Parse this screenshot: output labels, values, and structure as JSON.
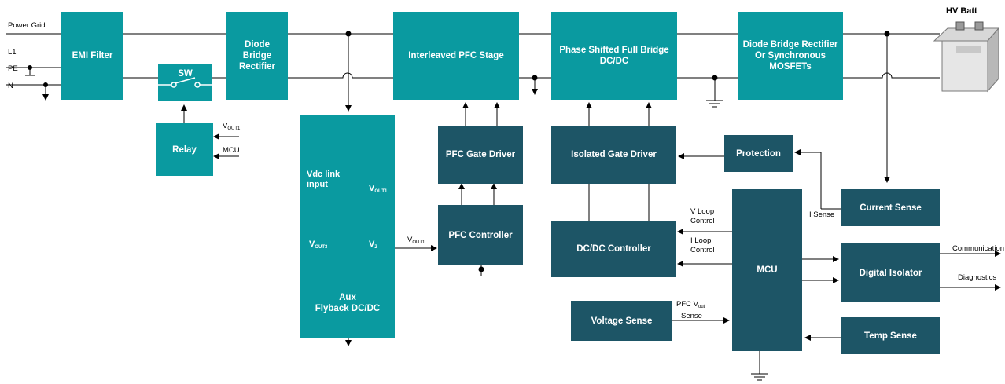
{
  "inputs": {
    "power_grid": "Power Grid",
    "l1": "L1",
    "pe": "PE",
    "n": "N"
  },
  "battery": {
    "label": "HV Batt"
  },
  "blocks": {
    "emi_filter": "EMI Filter",
    "sw": "SW",
    "relay": "Relay",
    "diode_bridge": "Diode Bridge\nRectifier",
    "aux_flyback": "Aux\nFlyback DC/DC",
    "pfc_stage": "Interleaved PFC Stage",
    "pfc_gate_driver": "PFC Gate Driver",
    "pfc_controller": "PFC Controller",
    "full_bridge": "Phase Shifted Full Bridge\nDC/DC",
    "isolated_gate_driver": "Isolated Gate Driver",
    "dcdc_controller": "DC/DC Controller",
    "output_rectifier": "Diode Bridge Rectifier\nOr Synchronous\nMOSFETs",
    "protection": "Protection",
    "current_sense": "Current Sense",
    "mcu": "MCU",
    "digital_isolator": "Digital Isolator",
    "voltage_sense": "Voltage Sense",
    "temp_sense": "Temp Sense"
  },
  "labels": {
    "relay_vout1": {
      "main": "V",
      "sub": "OUT1"
    },
    "relay_mcu": "MCU",
    "vdc_link_input": "Vdc link\ninput",
    "flyback_vout1": {
      "main": "V",
      "sub": "OUT1"
    },
    "flyback_vout3": {
      "main": "V",
      "sub": "OUT3"
    },
    "flyback_vz": {
      "main": "V",
      "sub": "Z"
    },
    "pfc_vout1": {
      "main": "V",
      "sub": "OUT1"
    },
    "v_loop_control": "V Loop\nControl",
    "i_loop_control": "I Loop\nControl",
    "i_sense": "I Sense",
    "pfc_vout_sense": {
      "pre": "PFC V",
      "sub": "out",
      "post": "Sense"
    },
    "communication": "Communication",
    "diagnostics": "Diagnostics"
  },
  "colors": {
    "teal": "#0a9aa0",
    "dark": "#1d5566",
    "line": "#000000"
  }
}
